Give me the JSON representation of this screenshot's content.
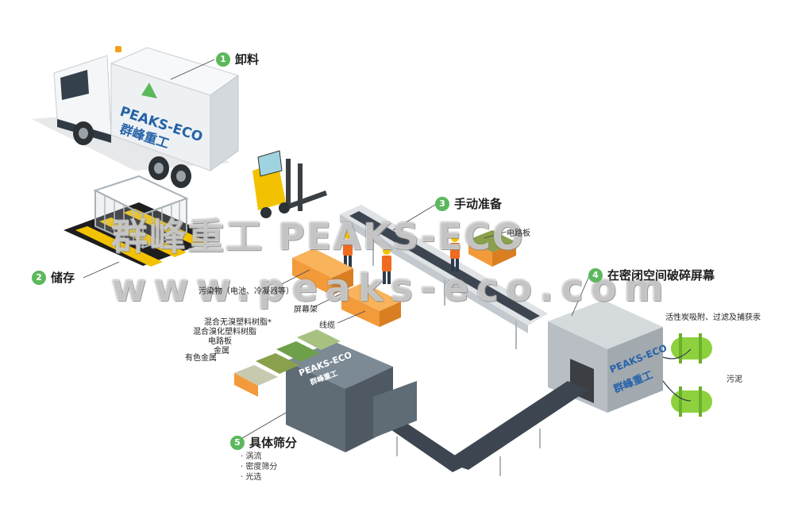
{
  "brand": {
    "logo_en": "PEAKS-ECO",
    "logo_cn": "群峰重工"
  },
  "watermark": {
    "line1": "群峰重工 PEAKS-ECO",
    "line2": "www.peaks-eco.com"
  },
  "steps": [
    {
      "num": "1",
      "label": "卸料"
    },
    {
      "num": "2",
      "label": "储存"
    },
    {
      "num": "3",
      "label": "手动准备"
    },
    {
      "num": "4",
      "label": "在密闭空间破碎屏幕"
    },
    {
      "num": "5",
      "label": "具体筛分"
    }
  ],
  "labels": {
    "circuit_board_top": "电路板",
    "pollutants": "污染物（电池、冷凝器等）",
    "screen_frame": "屏幕架",
    "cable": "线缆",
    "mixed_plastic_a": "混合无溴塑料树脂*",
    "mixed_plastic_b": "混合溴化塑料树脂",
    "circuit_board": "电路板",
    "metal": "金属",
    "nonferrous": "有色金属",
    "activated_carbon": "活性炭吸附、过滤及捕获汞",
    "sludge": "污泥"
  },
  "sorting_methods": [
    "· 涡流",
    "· 密度筛分",
    "· 光选"
  ],
  "colors": {
    "badge": "#5cb85c",
    "crate": "#f39a3a",
    "machine": "#6f7d88",
    "conveyor": "#3d4650",
    "tank": "#8ed13f",
    "hazard_yellow": "#f2c200"
  }
}
